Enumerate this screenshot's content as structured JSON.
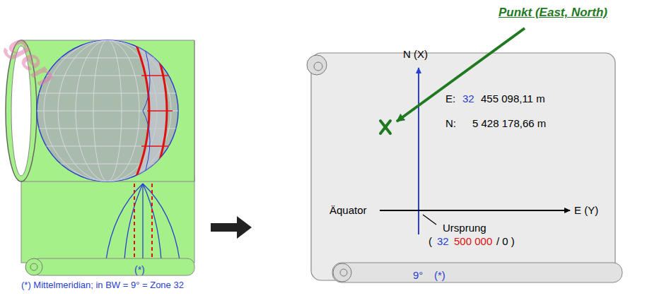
{
  "diagram": {
    "labels": [
      "gen",
      "(*)",
      "(*) Mittelmeridian; in BW = 9° = Zone 32",
      "Punkt (East, North)",
      "N (X)",
      "E:",
      "32",
      "455 098,11 m",
      "N:",
      "5 428 178,66 m",
      "Äquator",
      "E (Y)",
      "Ursprung",
      "(",
      "32",
      "500 000",
      "/ 0 )",
      "9°",
      "(*)"
    ]
  }
}
